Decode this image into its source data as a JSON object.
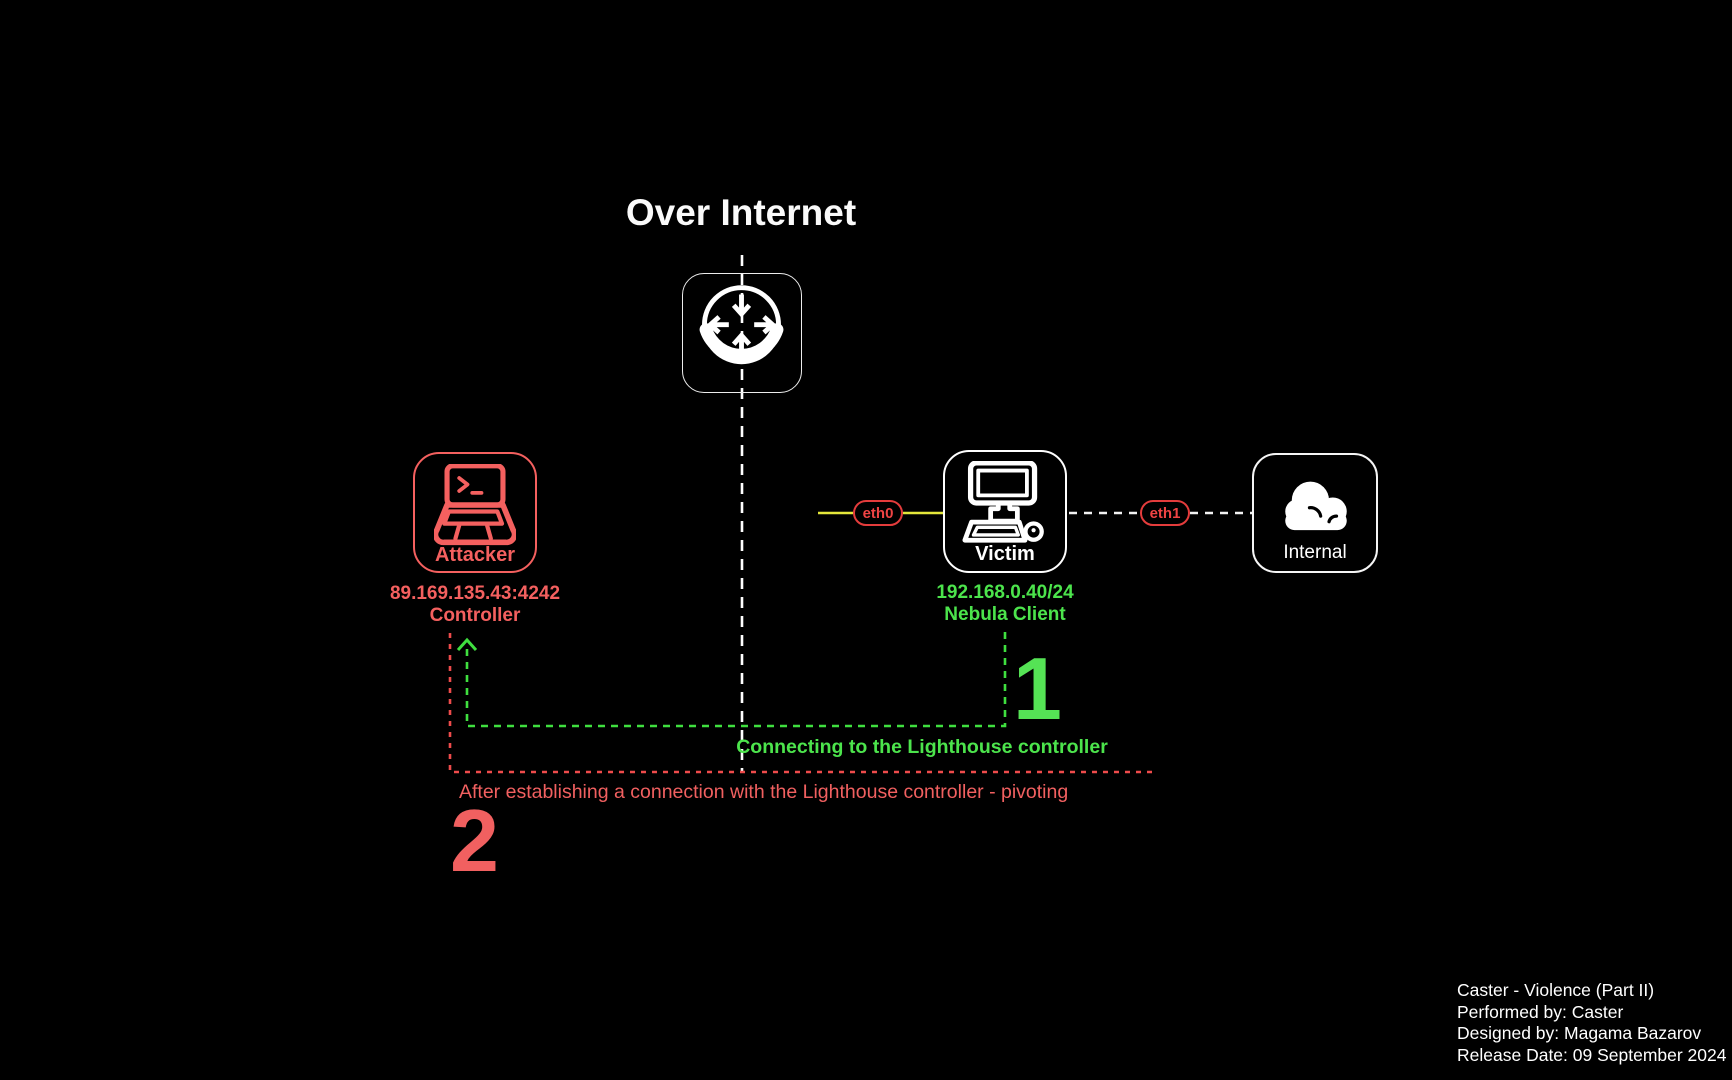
{
  "title": "Over Internet",
  "nodes": {
    "router": {
      "name": "internet-router"
    },
    "attacker": {
      "label": "Attacker",
      "address": "89.169.135.43:4242",
      "role": "Controller"
    },
    "victim": {
      "label": "Victim",
      "address": "192.168.0.40/24",
      "role": "Nebula Client"
    },
    "internal": {
      "label": "Internal"
    }
  },
  "interfaces": {
    "eth0": {
      "label": "eth0"
    },
    "eth1": {
      "label": "eth1"
    }
  },
  "steps": {
    "step1": {
      "number": "1",
      "caption": "Connecting to the Lighthouse controller"
    },
    "step2": {
      "number": "2",
      "caption": "After establishing a connection with the Lighthouse controller - pivoting"
    }
  },
  "credits": {
    "lines": [
      "Caster - Violence (Part II)",
      "Performed by: Caster",
      "Designed by: Magama Bazarov",
      "Release Date: 09 September 2024"
    ]
  },
  "colors": {
    "background": "#000000",
    "attacker_red": "#f4605f",
    "badge_red": "#e43c3c",
    "pivot_line_red": "#ee4b4b",
    "nebula_green": "#4ce44c",
    "eth0_link_yellow": "#e4e73b",
    "white": "#ffffff"
  }
}
